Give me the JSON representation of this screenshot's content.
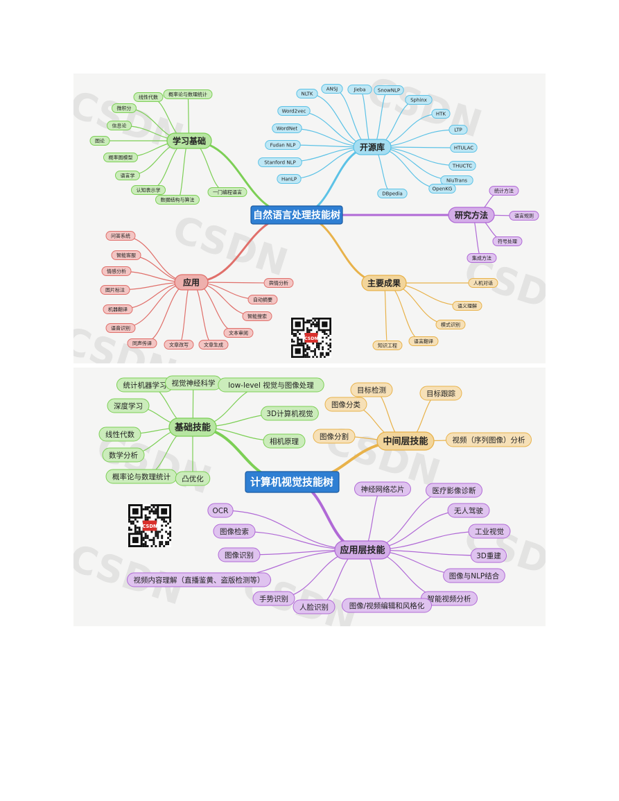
{
  "nlp_tree": {
    "root": "自然语言处理技能树",
    "branches": [
      {
        "label": "学习基础",
        "color": "#7ccf55",
        "items": [
          "概率论与数理统计",
          "线性代数",
          "微积分",
          "信息论",
          "图论",
          "概率图模型",
          "语言学",
          "认知表示学",
          "数据结构与算法",
          "一门编程语言"
        ]
      },
      {
        "label": "开源库",
        "color": "#5cc2e6",
        "items": [
          "NLTK",
          "ANSJ",
          "Jieba",
          "SnowNLP",
          "Sphinx",
          "Word2vec",
          "WordNet",
          "Fudan NLP",
          "Stanford NLP",
          "HanLP",
          "HTK",
          "LTP",
          "HTULAC",
          "THUCTC",
          "NiuTrans",
          "OpenKG",
          "DBpedia"
        ]
      },
      {
        "label": "研究方法",
        "color": "#b069d6",
        "items": [
          "统计方法",
          "语言规则",
          "符号处理",
          "集成方法"
        ]
      },
      {
        "label": "应用",
        "color": "#e06f6a",
        "items": [
          "问答系统",
          "智能客服",
          "情感分析",
          "图片标注",
          "机器翻译",
          "语音识别",
          "同声传译",
          "文章改写",
          "文章生成",
          "文本审阅",
          "智能搜索",
          "自动摘要",
          "舆情分析"
        ]
      },
      {
        "label": "主要成果",
        "color": "#e8b24a",
        "items": [
          "人机对话",
          "语义理解",
          "模式识别",
          "语言翻译",
          "知识工程"
        ]
      }
    ]
  },
  "cv_tree": {
    "root": "计算机视觉技能树",
    "branches": [
      {
        "label": "基础技能",
        "color": "#7ccf55",
        "items": [
          "统计机器学习",
          "视觉神经科学",
          "low-level 视觉与图像处理",
          "深度学习",
          "3D计算机视觉",
          "线性代数",
          "相机原理",
          "数学分析",
          "概率论与数理统计",
          "凸优化"
        ]
      },
      {
        "label": "中间层技能",
        "color": "#e8b24a",
        "items": [
          "目标检测",
          "目标跟踪",
          "图像分类",
          "图像分割",
          "视频（序列图像）分析"
        ]
      },
      {
        "label": "应用层技能",
        "color": "#b069d6",
        "items": [
          "神经网络芯片",
          "医疗影像诊断",
          "OCR",
          "无人驾驶",
          "图像检索",
          "工业视觉",
          "图像识别",
          "3D重建",
          "视频内容理解（直播鉴黄、盗版检测等）",
          "图像与NLP结合",
          "手势识别",
          "智能视频分析",
          "人脸识别",
          "图像/视频编辑和风格化"
        ]
      }
    ]
  },
  "watermark": "CSDN",
  "qr_badge": "CSDN"
}
